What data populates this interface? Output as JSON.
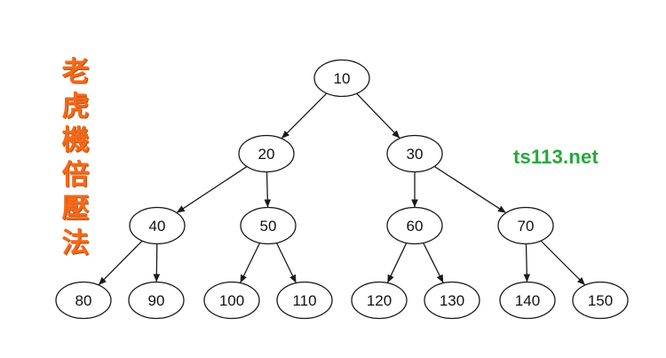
{
  "side_title": [
    "老",
    "虎",
    "機",
    "倍",
    "壓",
    "法"
  ],
  "site_label": "ts113.net",
  "colors": {
    "title": "#f26a1b",
    "site": "#24a83a",
    "stroke": "#1a1a1a"
  },
  "tree": {
    "nodes": [
      {
        "id": "n10",
        "label": "10"
      },
      {
        "id": "n20",
        "label": "20"
      },
      {
        "id": "n30",
        "label": "30"
      },
      {
        "id": "n40",
        "label": "40"
      },
      {
        "id": "n50",
        "label": "50"
      },
      {
        "id": "n60",
        "label": "60"
      },
      {
        "id": "n70",
        "label": "70"
      },
      {
        "id": "n80",
        "label": "80"
      },
      {
        "id": "n90",
        "label": "90"
      },
      {
        "id": "n100",
        "label": "100"
      },
      {
        "id": "n110",
        "label": "110"
      },
      {
        "id": "n120",
        "label": "120"
      },
      {
        "id": "n130",
        "label": "130"
      },
      {
        "id": "n140",
        "label": "140"
      },
      {
        "id": "n150",
        "label": "150"
      }
    ],
    "edges": [
      {
        "from": "n10",
        "to": "n20"
      },
      {
        "from": "n10",
        "to": "n30"
      },
      {
        "from": "n20",
        "to": "n40"
      },
      {
        "from": "n20",
        "to": "n50"
      },
      {
        "from": "n30",
        "to": "n60"
      },
      {
        "from": "n30",
        "to": "n70"
      },
      {
        "from": "n40",
        "to": "n80"
      },
      {
        "from": "n40",
        "to": "n90"
      },
      {
        "from": "n50",
        "to": "n100"
      },
      {
        "from": "n50",
        "to": "n110"
      },
      {
        "from": "n60",
        "to": "n120"
      },
      {
        "from": "n60",
        "to": "n130"
      },
      {
        "from": "n70",
        "to": "n140"
      },
      {
        "from": "n70",
        "to": "n150"
      }
    ]
  }
}
